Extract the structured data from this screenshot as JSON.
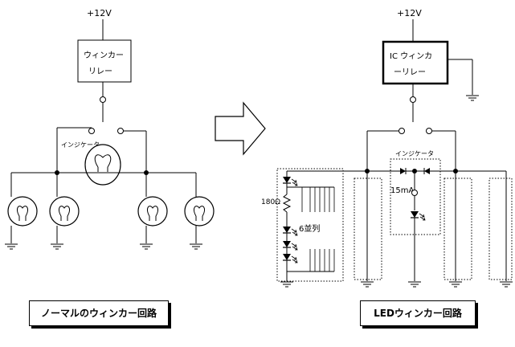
{
  "left": {
    "supply": "+12V",
    "relay_line1": "ウィンカー",
    "relay_line2": "リレー",
    "indicator": "インジケータ",
    "caption": "ノーマルのウィンカー回路"
  },
  "right": {
    "supply": "+12V",
    "relay_line1": "IC ウィンカ",
    "relay_line2": "ーリレー",
    "indicator": "インジケータ",
    "current": "15mA",
    "resistor": "180Ω",
    "parallel": "6並列",
    "caption": "LEDウィンカー回路"
  },
  "colors": {
    "line": "#000000",
    "background": "#ffffff"
  },
  "icons": [
    "bulb-icon",
    "ground-icon",
    "arrow-right-icon",
    "led-icon",
    "diode-icon",
    "resistor-icon"
  ]
}
